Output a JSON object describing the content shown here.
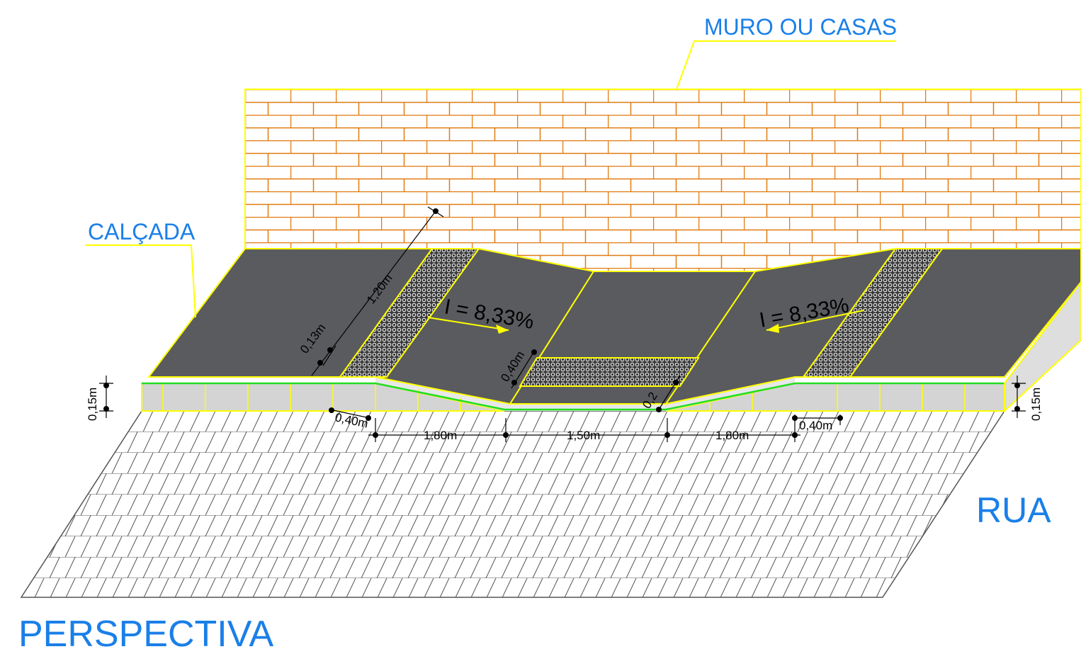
{
  "labels": {
    "wall": "MURO OU CASAS",
    "sidewalk": "CALÇADA",
    "street": "RUA",
    "view": "PERSPECTIVA"
  },
  "slopes": {
    "left": "I = 8,33%",
    "right": "I = 8,33%"
  },
  "dimensions": {
    "tactile_length": "1,20m",
    "tactile_gap": "0,13m",
    "ramp_tactile": "0,40m",
    "curb_height_left": "0,15m",
    "curb_height_right": "0,15m",
    "ramp_bottom": "0,2",
    "tactile_strip_left": "0,40m",
    "flare_left": "1,80m",
    "ramp_width": "1,50m",
    "flare_right": "1,80m",
    "tactile_strip_right": "0,40m"
  },
  "colors": {
    "brick": "#e07a10",
    "outline": "#ffff00",
    "pavement": "#5a5b5e",
    "curb": "#d4d4d4",
    "ramp_edge": "#22dd22",
    "label": "#1a7fe8"
  }
}
